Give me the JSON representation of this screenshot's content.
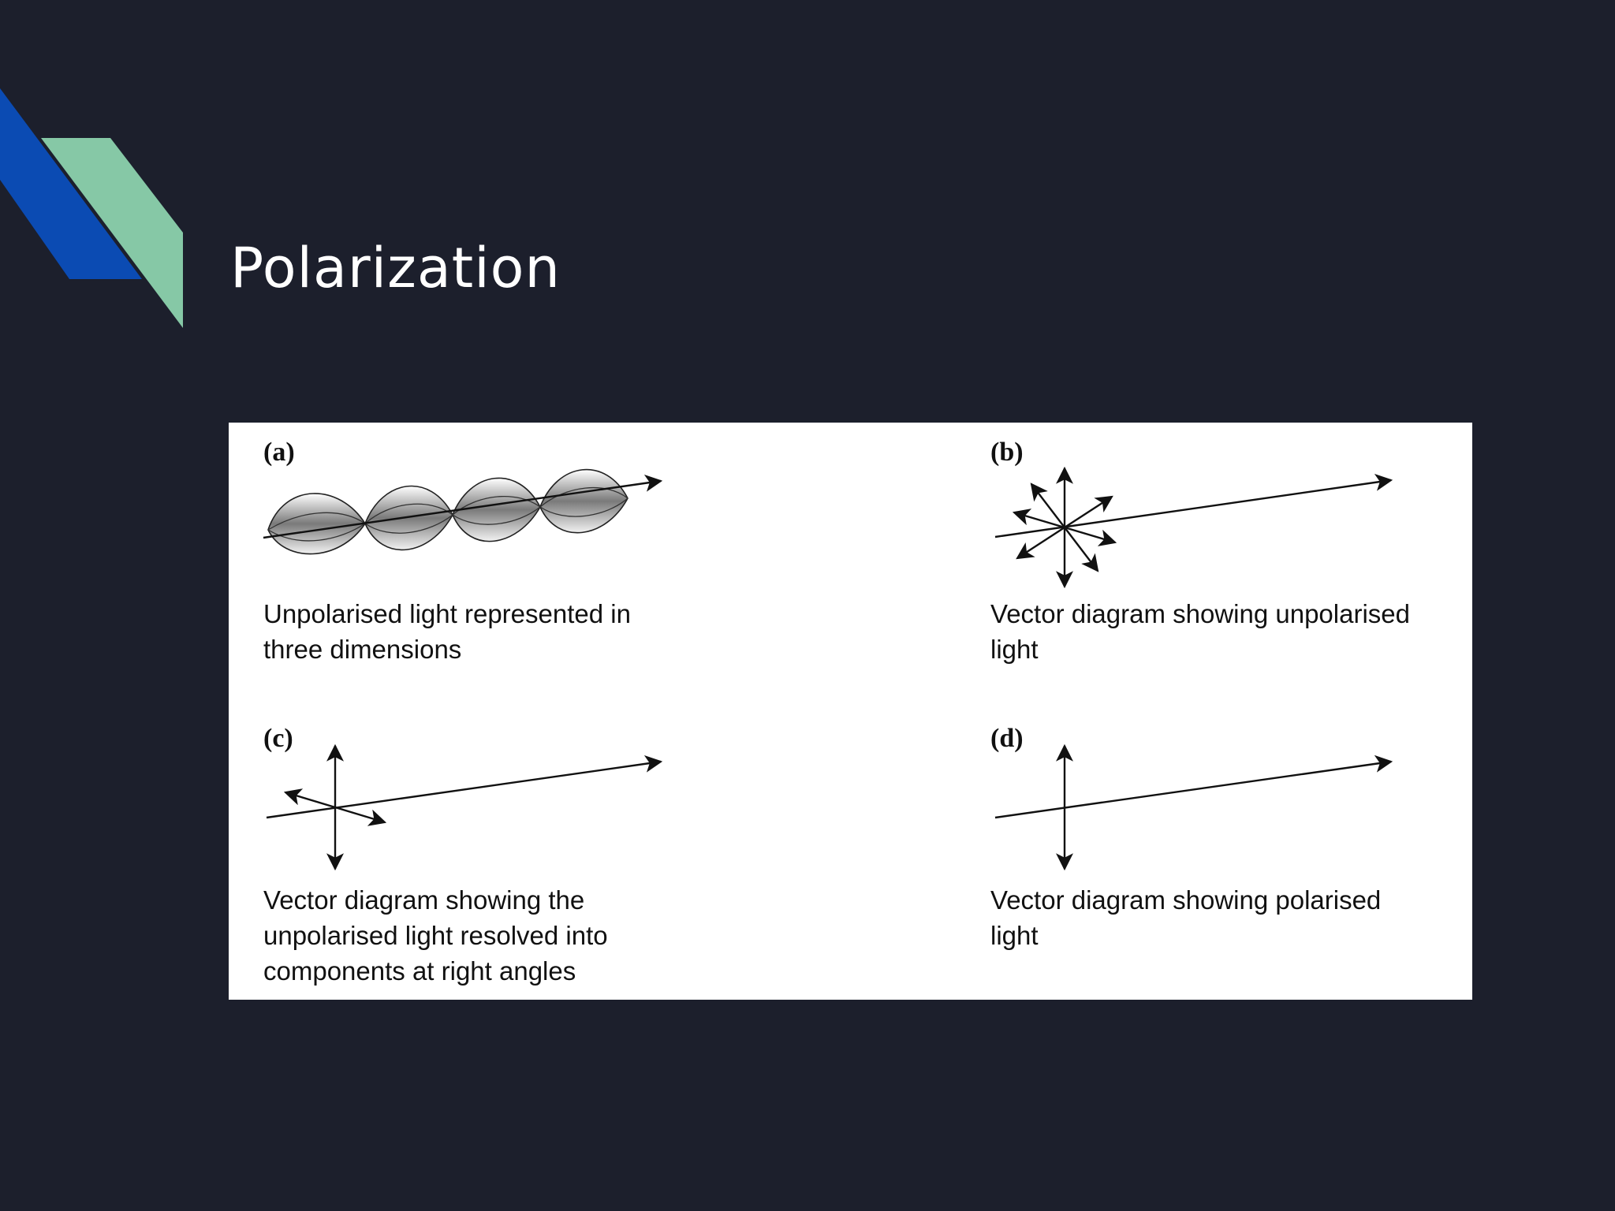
{
  "slide": {
    "title": "Polarization",
    "accent_colors": {
      "blue": "#0b4bb3",
      "green": "#86c8a6",
      "background": "#1c1f2c"
    }
  },
  "figure": {
    "panels": [
      {
        "id": "a",
        "label": "(a)",
        "caption": [
          "Unpolarised light represented in",
          "three dimensions"
        ]
      },
      {
        "id": "b",
        "label": "(b)",
        "caption": [
          "Vector diagram showing unpolarised",
          "light"
        ]
      },
      {
        "id": "c",
        "label": "(c)",
        "caption": [
          "Vector diagram showing the",
          "unpolarised light resolved into",
          "components at right angles"
        ]
      },
      {
        "id": "d",
        "label": "(d)",
        "caption": [
          "Vector diagram showing polarised",
          "light"
        ]
      }
    ]
  }
}
